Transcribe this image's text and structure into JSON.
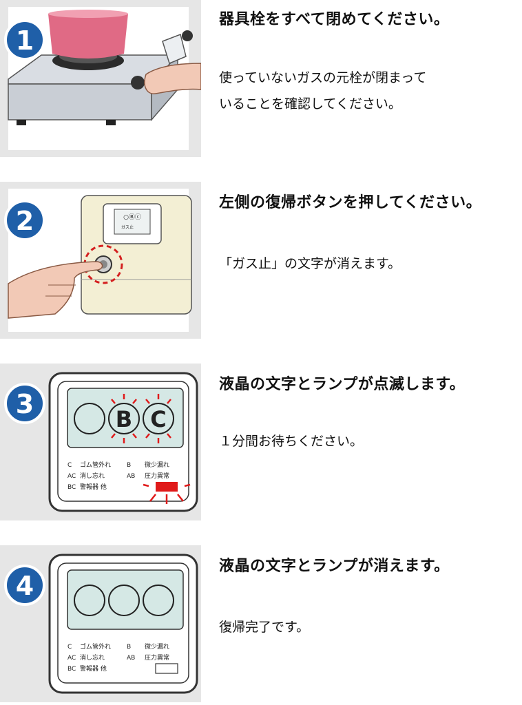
{
  "steps": [
    {
      "number": "1",
      "heading": "器具栓をすべて閉めてください。",
      "desc_lines": [
        "使っていないガスの元栓が閉まって",
        "いることを確認してください。"
      ],
      "image": "gas-stove-knob-illustration"
    },
    {
      "number": "2",
      "heading": "左側の復帰ボタンを押してください。",
      "desc_lines": [
        "「ガス止」の文字が消えます。"
      ],
      "image": "meter-reset-button-illustration",
      "meter_label": "ガス止",
      "meter_glyphs": "○Ⓑⓒ"
    },
    {
      "number": "3",
      "heading": "液晶の文字とランプが点滅します。",
      "desc_lines": [
        "１分間お待ちください。"
      ],
      "image": "lcd-blinking-illustration",
      "lcd": {
        "circle_letters": [
          "",
          "B",
          "C"
        ],
        "legend": [
          [
            "C",
            "ゴム管外れ",
            "B",
            "微少漏れ"
          ],
          [
            "AC",
            "消し忘れ",
            "AB",
            "圧力異常"
          ],
          [
            "BC",
            "警報器 他",
            "",
            ""
          ]
        ]
      }
    },
    {
      "number": "4",
      "heading": "液晶の文字とランプが消えます。",
      "desc_lines": [
        "復帰完了です。"
      ],
      "image": "lcd-cleared-illustration",
      "lcd": {
        "circle_letters": [
          "",
          "",
          ""
        ],
        "legend": [
          [
            "C",
            "ゴム管外れ",
            "B",
            "微少漏れ"
          ],
          [
            "AC",
            "消し忘れ",
            "AB",
            "圧力異常"
          ],
          [
            "BC",
            "警報器 他",
            "",
            ""
          ]
        ]
      }
    }
  ],
  "colors": {
    "badge": "#1f5fa8",
    "panel_bg": "#e6e6e6",
    "lcd_bg": "#d5e8e5",
    "blink": "#e01a1a",
    "meter": "#f3efd4"
  }
}
